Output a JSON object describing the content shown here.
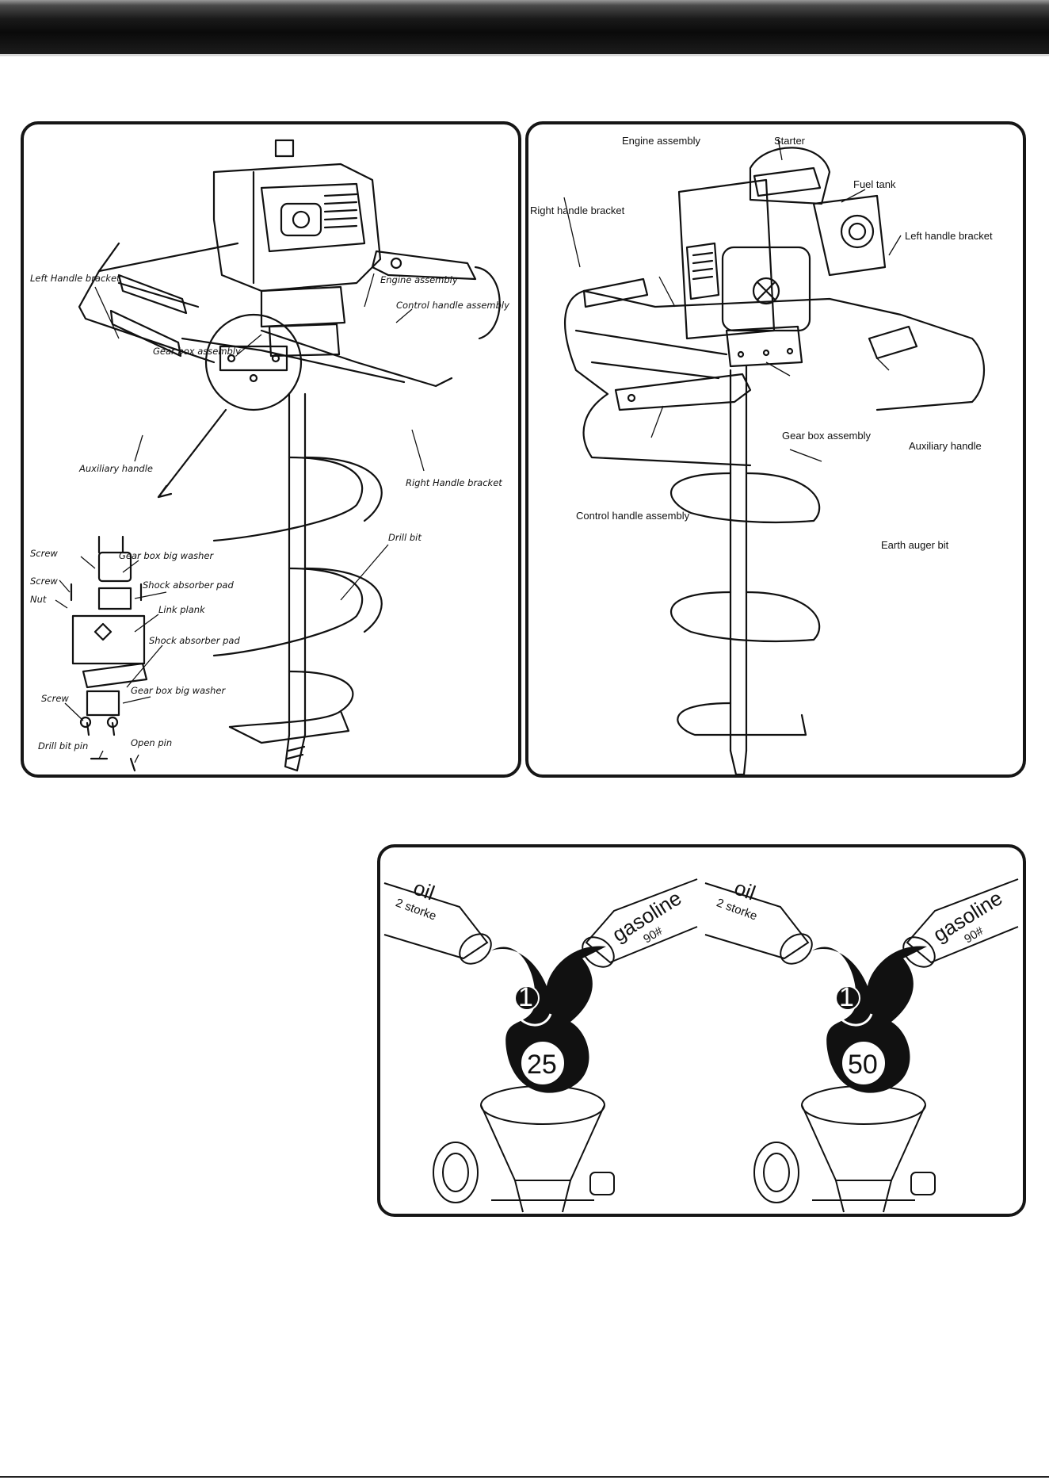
{
  "diagram_left": {
    "labels": {
      "engine_assembly": "Engine assembly",
      "left_handle_bracket": "Left Handle bracket",
      "control_handle_assembly": "Control handle assembly",
      "gear_box_assembly": "Gear box assembly",
      "auxiliary_handle": "Auxiliary handle",
      "right_handle_bracket": "Right Handle bracket",
      "drill_bit": "Drill bit",
      "screw_1": "Screw",
      "screw_2": "Screw",
      "screw_3": "Screw",
      "nut": "Nut",
      "gear_box_big_washer_1": "Gear box big washer",
      "gear_box_big_washer_2": "Gear box big washer",
      "shock_absorber_pad_1": "Shock absorber pad",
      "shock_absorber_pad_2": "Shock absorber pad",
      "link_plank": "Link plank",
      "drill_bit_pin": "Drill bit pin",
      "open_pin": "Open pin"
    }
  },
  "diagram_right": {
    "labels": {
      "engine_assembly": "Engine assembly",
      "starter": "Starter",
      "fuel_tank": "Fuel tank",
      "right_handle_bracket": "Right handle bracket",
      "left_handle_bracket": "Left handle bracket",
      "gear_box_assembly": "Gear box assembly",
      "auxiliary_handle": "Auxiliary handle",
      "control_handle_assembly": "Control handle assembly",
      "earth_auger_bit": "Earth auger bit"
    }
  },
  "fuel_mix": {
    "oil_label": "oil",
    "oil_sub": "2 storke",
    "gasoline_label": "gasoline",
    "gasoline_sub": "90#",
    "mixes": [
      {
        "oil_part": "1",
        "gas_part": "25"
      },
      {
        "oil_part": "1",
        "gas_part": "50"
      }
    ]
  }
}
